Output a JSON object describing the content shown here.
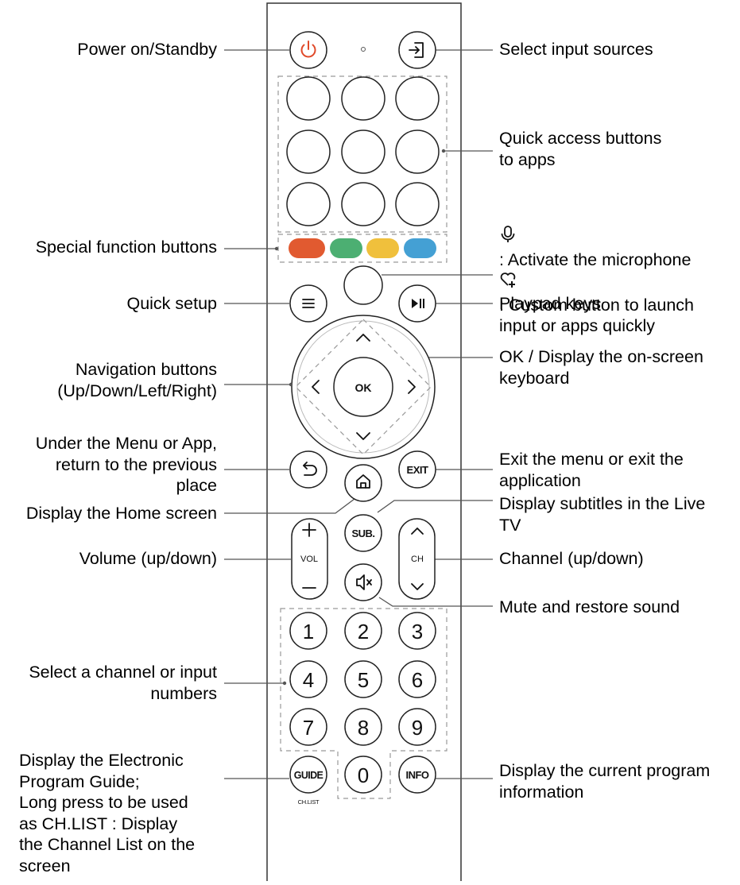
{
  "remote": {
    "ok_label": "OK",
    "exit_label": "EXIT",
    "sub_label": "SUB.",
    "vol_label": "VOL",
    "ch_label": "CH",
    "guide_label": "GUIDE",
    "guide_sublabel": "CH.LIST",
    "info_label": "INFO",
    "digits": [
      "1",
      "2",
      "3",
      "4",
      "5",
      "6",
      "7",
      "8",
      "9",
      "0"
    ],
    "color_keys": [
      "#e15a30",
      "#4caf72",
      "#f0c03c",
      "#44a0d4"
    ]
  },
  "callouts": {
    "power": [
      "Power on/Standby"
    ],
    "input": [
      "Select input sources"
    ],
    "quick_access": [
      "Quick access buttons",
      "to apps"
    ],
    "special": [
      "Special function buttons"
    ],
    "mic": ": Activate the microphone",
    "custom": [
      ": Custom button to launch",
      "input or apps quickly"
    ],
    "quick_setup": [
      "Quick setup"
    ],
    "playpad": [
      "Playpad keys"
    ],
    "navigation": [
      "Navigation buttons",
      "(Up/Down/Left/Right)"
    ],
    "ok": [
      "OK / Display the on-screen",
      "keyboard"
    ],
    "back": [
      "Under the Menu or App,",
      "return to the previous",
      "place"
    ],
    "exit": [
      "Exit the menu or exit the",
      "application"
    ],
    "home": [
      "Display the Home screen"
    ],
    "subtitles": [
      "Display subtitles in the Live",
      "TV"
    ],
    "volume": [
      "Volume (up/down)"
    ],
    "channel": [
      "Channel (up/down)"
    ],
    "mute": [
      "Mute and restore sound"
    ],
    "numbers": [
      "Select a channel or input",
      "numbers"
    ],
    "guide": [
      "Display the Electronic",
      "Program Guide;",
      "Long press to be used",
      "as CH.LIST : Display",
      "the Channel List on the",
      "screen"
    ],
    "info": [
      "Display the current program",
      "information"
    ]
  }
}
